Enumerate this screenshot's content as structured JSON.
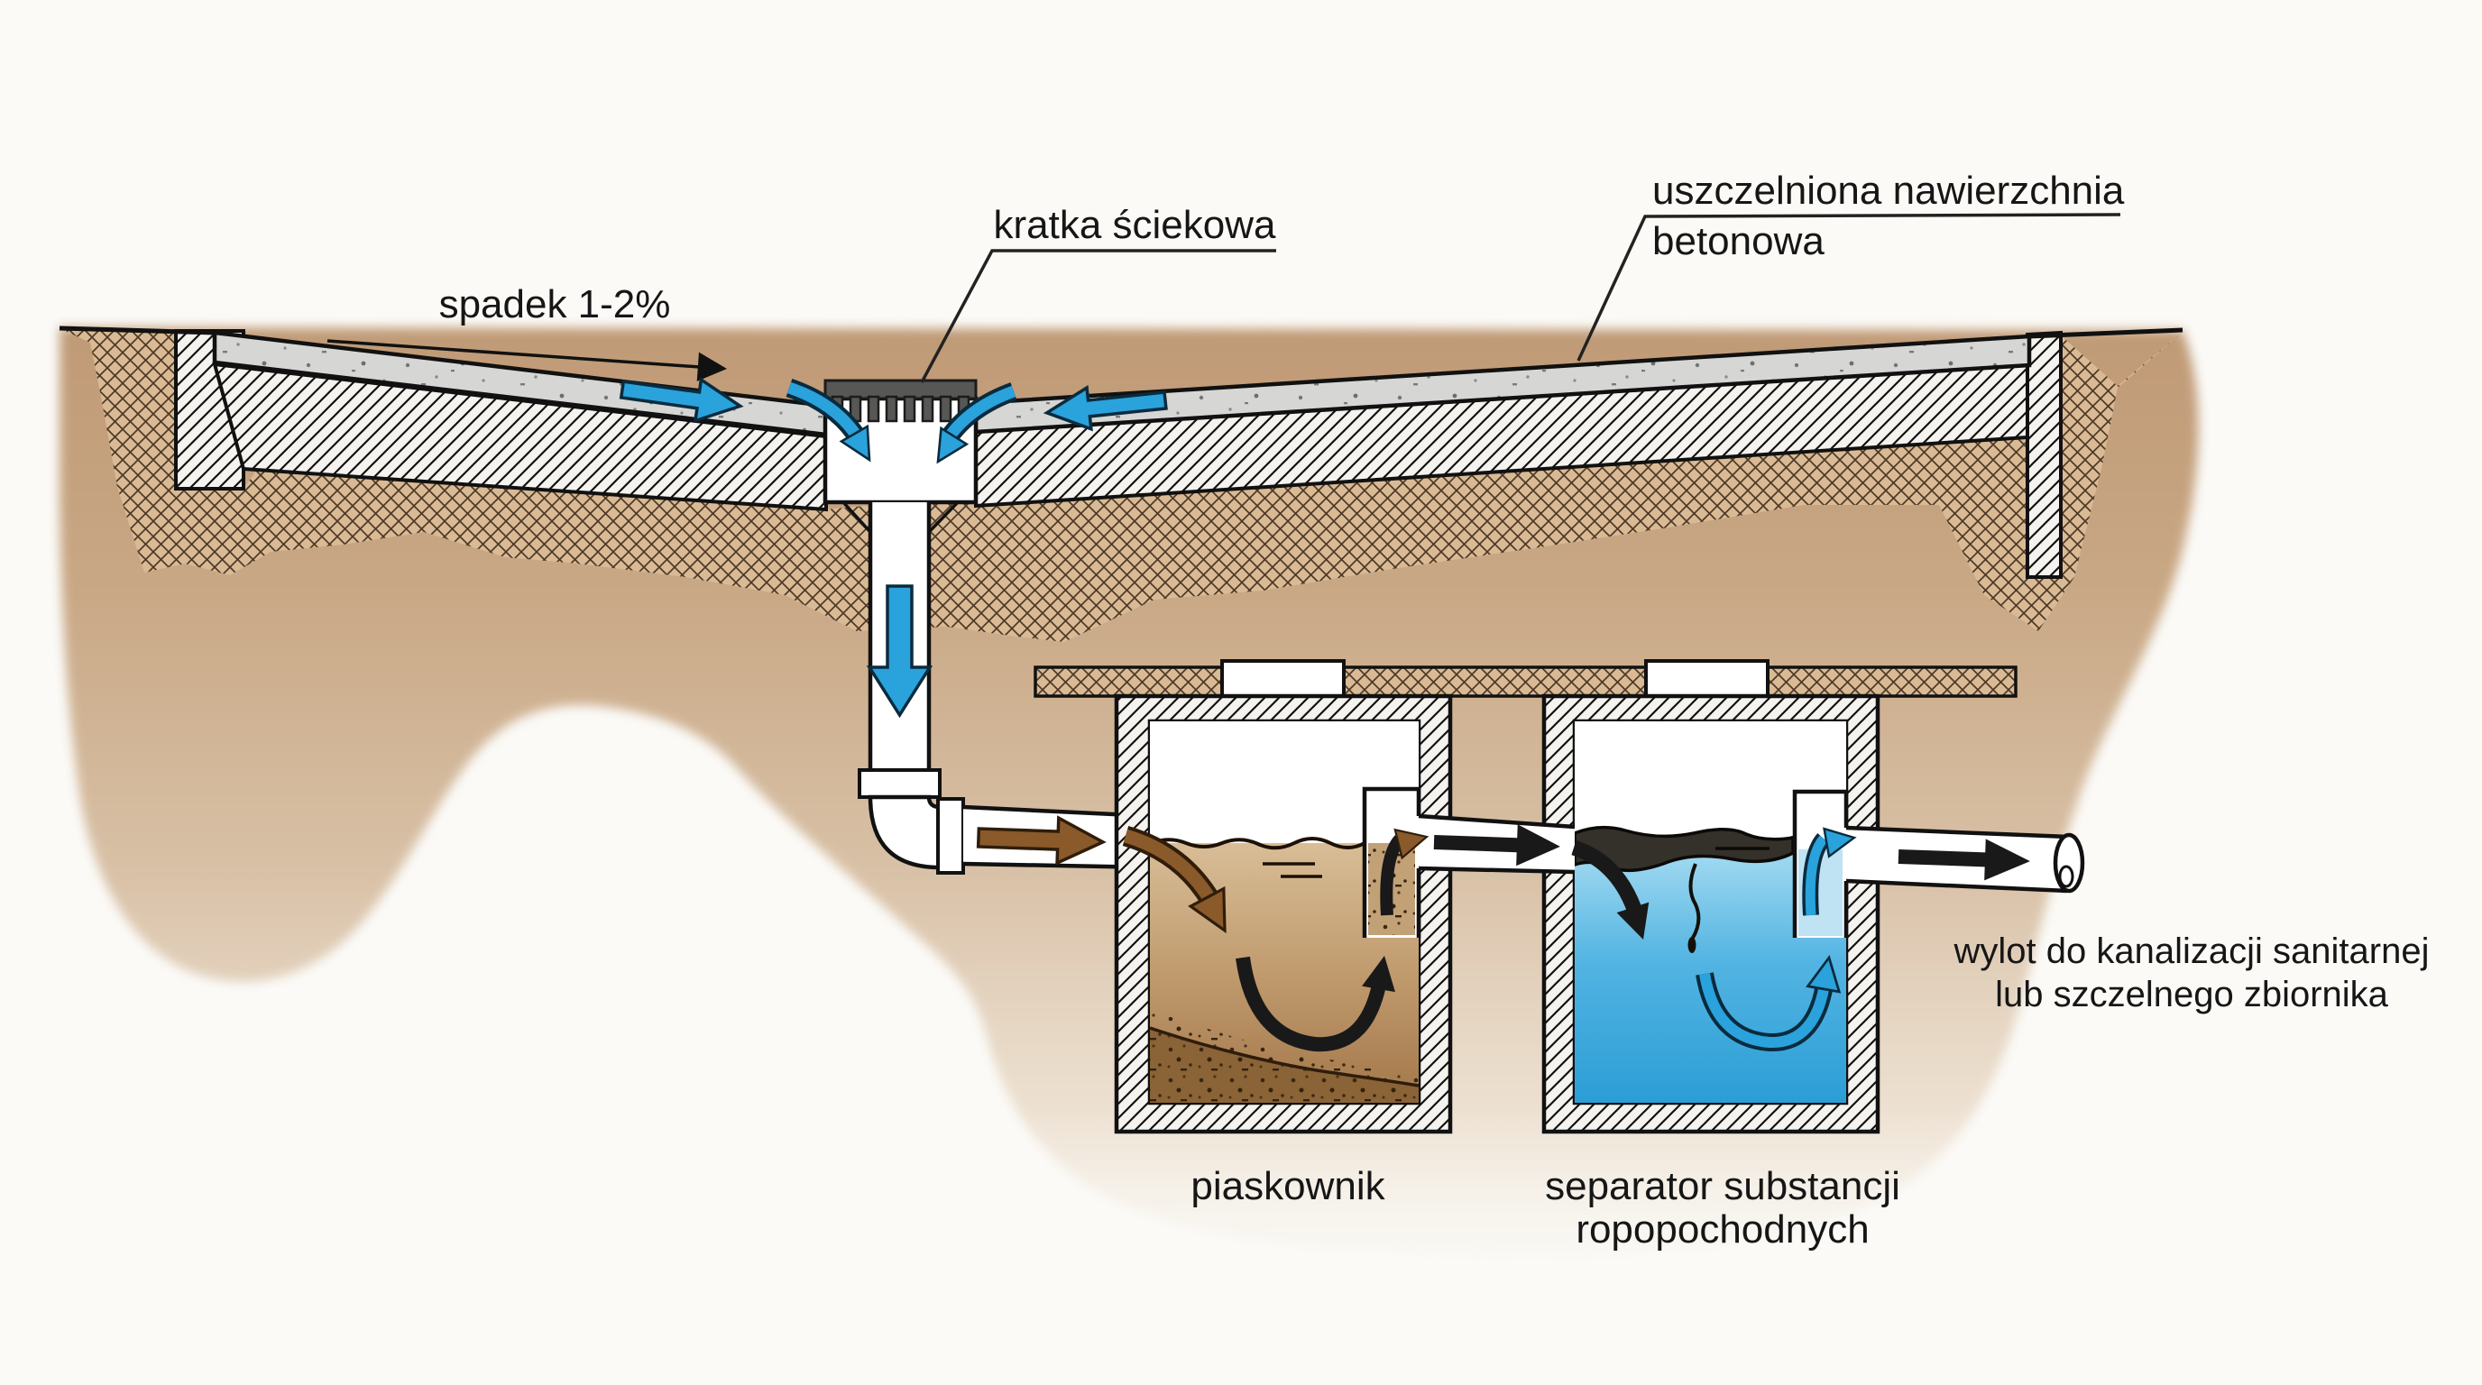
{
  "meta": {
    "type": "technical-cross-section-illustration",
    "language": "pl",
    "subject": "drainage of sealed concrete pavement through sand trap and oil separator"
  },
  "labels": {
    "drain_grate": "kratka ściekowa",
    "sealed_pavement_line1": "uszczelniona nawierzchnia",
    "sealed_pavement_line2": "betonowa",
    "slope": "spadek 1-2%",
    "sand_trap": "piaskownik",
    "separator_line1": "separator substancji",
    "separator_line2": "ropopochodnych",
    "outlet_line1": "wylot do kanalizacji sanitarnej",
    "outlet_line2": "lub szczelnego zbiornika"
  },
  "colors": {
    "background": "#fbfaf7",
    "soil": "#c8a57f",
    "compacted_fill": "#d9ba95",
    "subbase_hatch": "#f4f3f0",
    "concrete": "#d6d6d4",
    "grate": "#575755",
    "sand_water": "#a87c4e",
    "clean_water": "#2b9ed6",
    "oil_layer": "#34302a",
    "arrow_blue": "#2aa2dc",
    "arrow_brown": "#8a5a2a",
    "arrow_black": "#191919",
    "outline": "#111111"
  },
  "icons": [
    {
      "name": "slope-direction-arrow-icon",
      "color": "#191919"
    },
    {
      "name": "surface-flow-left-arrow-icon",
      "color": "#2aa2dc"
    },
    {
      "name": "surface-flow-right-arrow-icon",
      "color": "#2aa2dc"
    },
    {
      "name": "grate-inflow-left-arrow-icon",
      "color": "#2aa2dc"
    },
    {
      "name": "grate-inflow-right-arrow-icon",
      "color": "#2aa2dc"
    },
    {
      "name": "downpipe-flow-arrow-icon",
      "color": "#2aa2dc"
    },
    {
      "name": "inlet-pipe-flow-arrow-icon",
      "color": "#8a5a2a"
    },
    {
      "name": "sand-trap-inflow-arrow-icon",
      "color": "#8a5a2a"
    },
    {
      "name": "sand-trap-circulation-arrow-icon",
      "color": "#191919"
    },
    {
      "name": "sand-trap-baffle-arrow-icon",
      "color": "#191919"
    },
    {
      "name": "transfer-pipe-arrow-icon",
      "color": "#191919"
    },
    {
      "name": "separator-inflow-arrow-icon",
      "color": "#191919"
    },
    {
      "name": "separator-circulation-arrow-icon",
      "color": "#2aa2dc"
    },
    {
      "name": "separator-baffle-arrow-icon",
      "color": "#2aa2dc"
    },
    {
      "name": "outlet-flow-arrow-icon",
      "color": "#191919"
    }
  ]
}
